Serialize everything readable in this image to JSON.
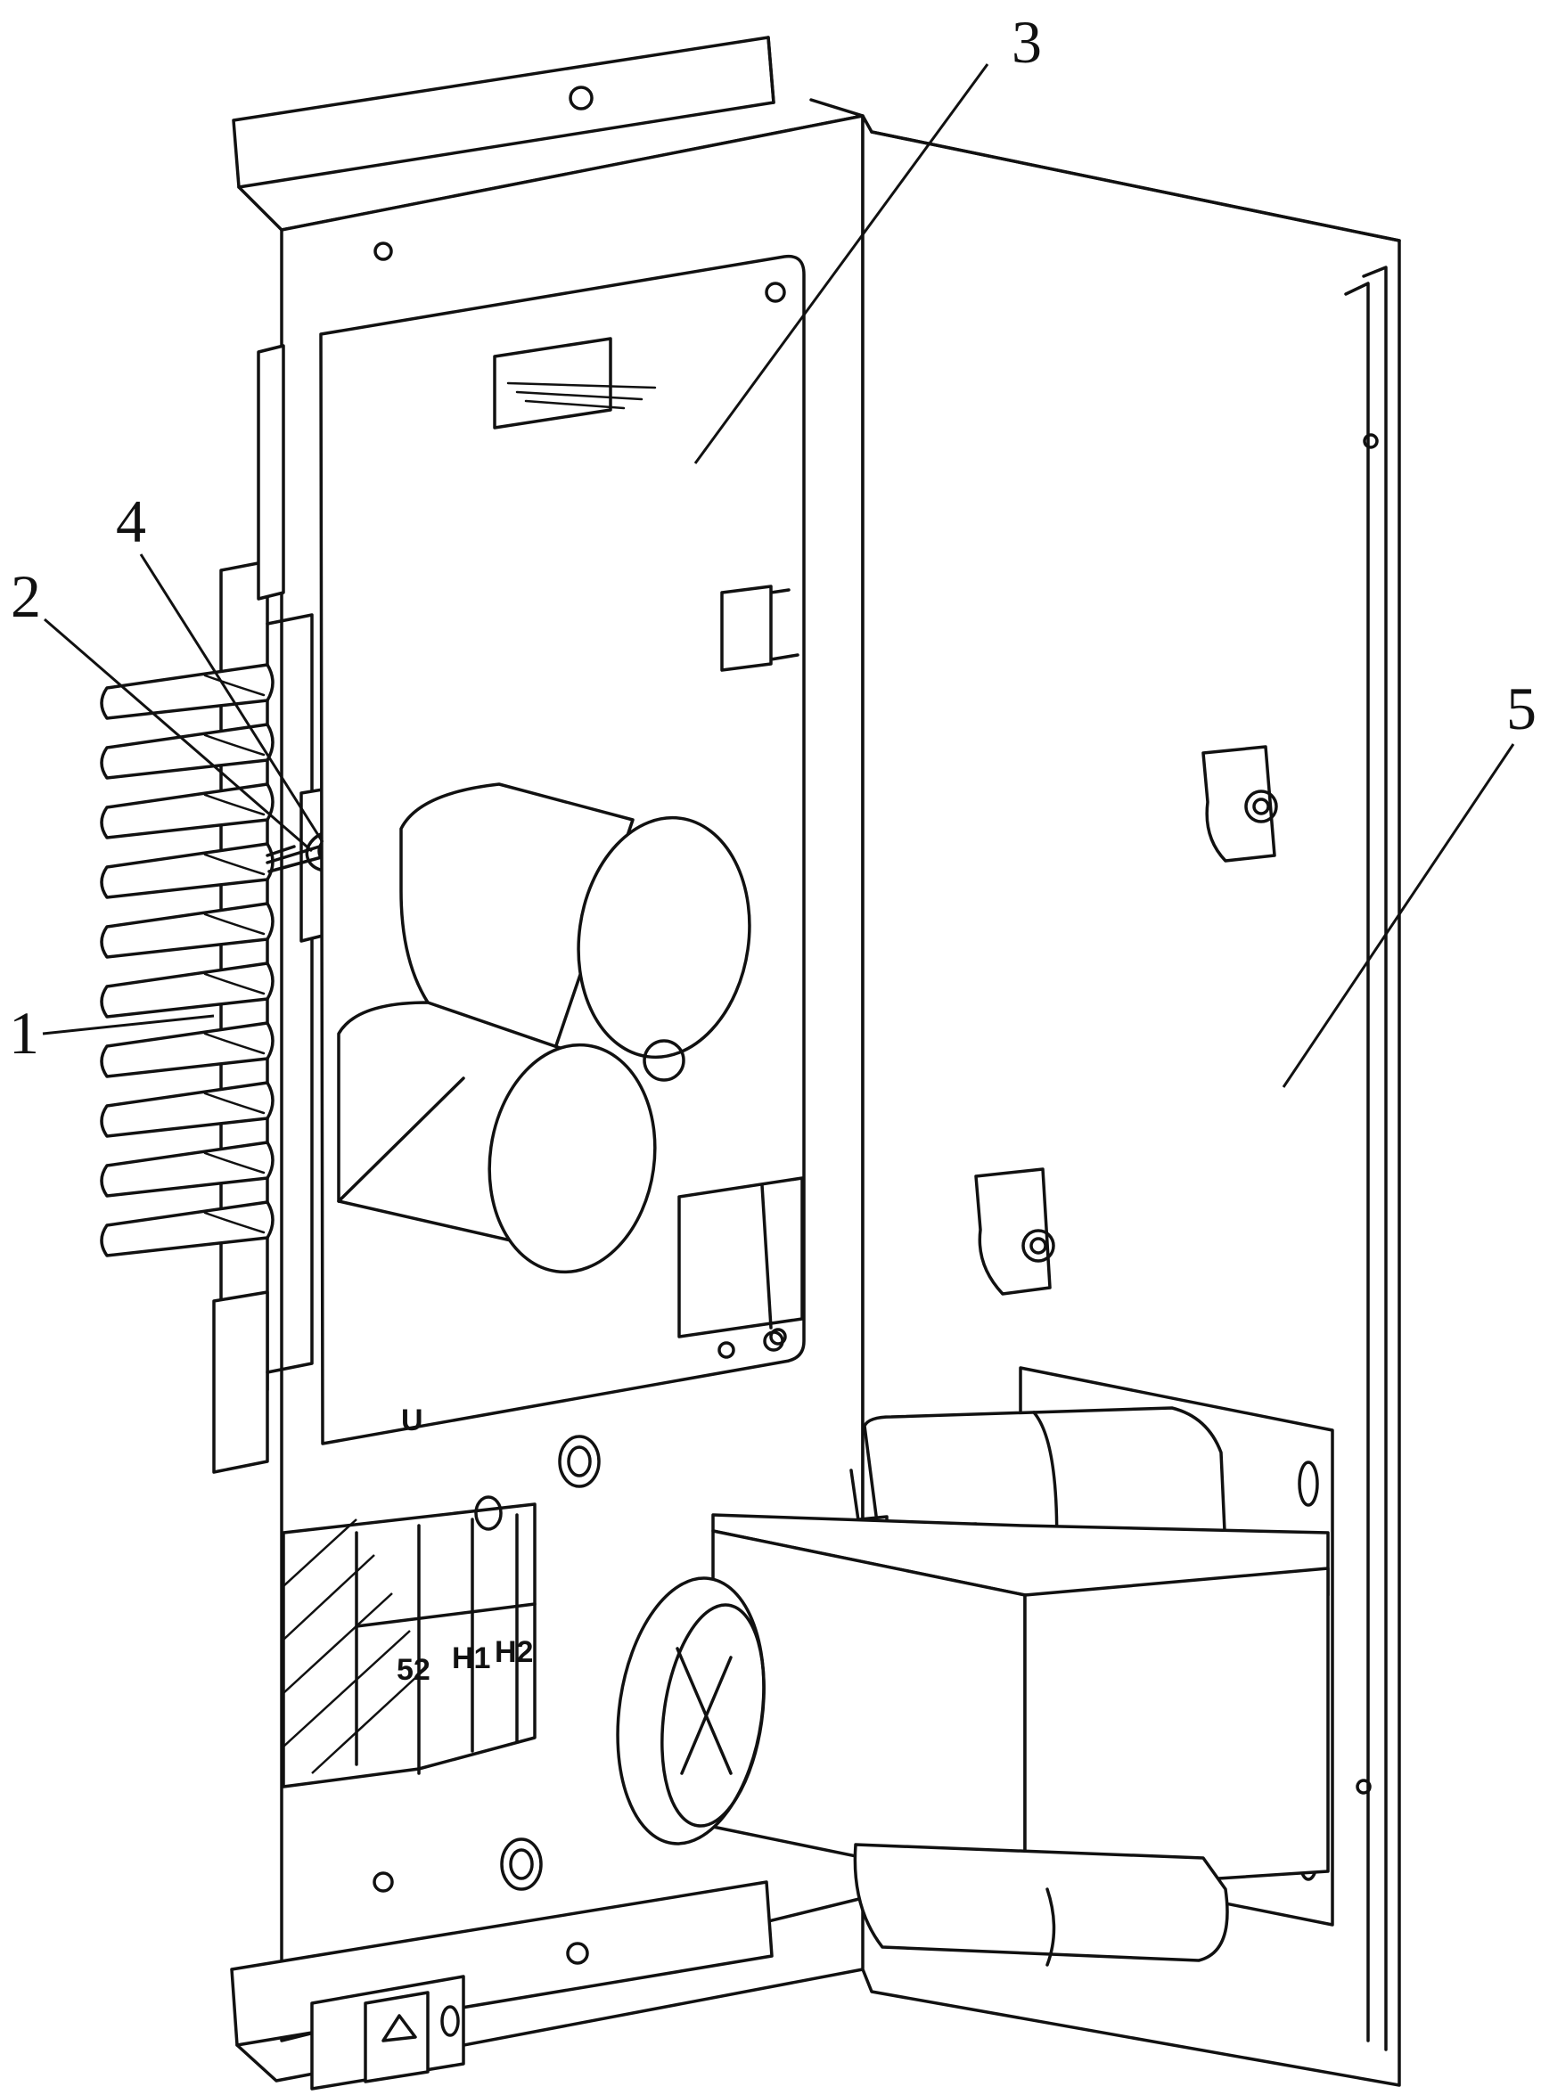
{
  "callouts": [
    {
      "id": "callout-1",
      "label": "1"
    },
    {
      "id": "callout-2",
      "label": "2"
    },
    {
      "id": "callout-3",
      "label": "3"
    },
    {
      "id": "callout-4",
      "label": "4"
    },
    {
      "id": "callout-5",
      "label": "5"
    }
  ],
  "terminal_marks": [
    "52",
    "H1",
    "H2"
  ],
  "colors": {
    "line": "#111111",
    "background": "#ffffff"
  }
}
